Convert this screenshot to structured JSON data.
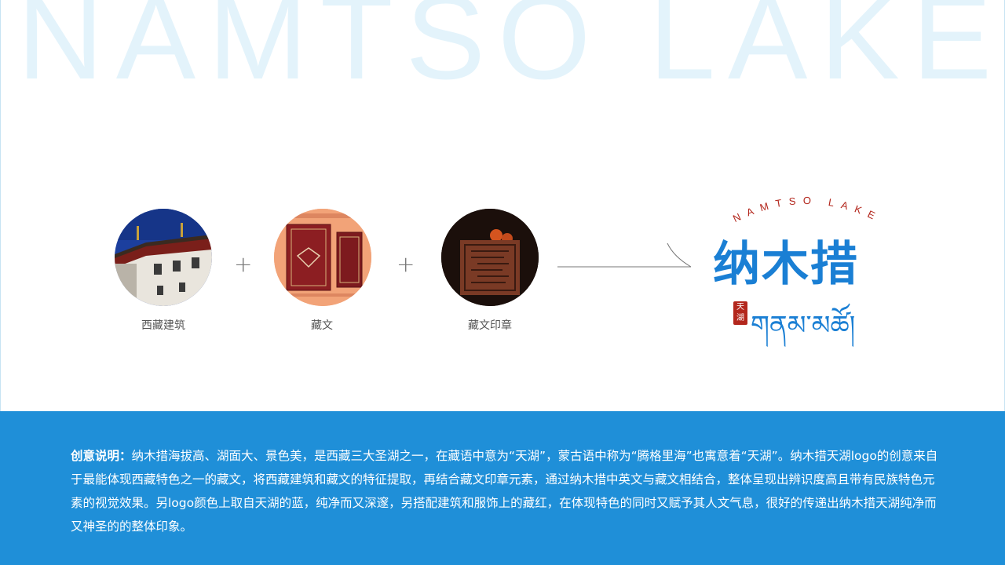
{
  "background_title": "NAMTSO LAKE",
  "elements": [
    {
      "label": "西藏建筑"
    },
    {
      "label": "藏文"
    },
    {
      "label": "藏文印章"
    }
  ],
  "plus_symbol": "+",
  "logo": {
    "english": "NAMTSO LAKE",
    "chinese": "纳木措",
    "stamp_text": "天湖",
    "tibetan": "གནམ་མཚོ།"
  },
  "description": {
    "label": "创意说明：",
    "text": "纳木措海拔高、湖面大、景色美，是西藏三大圣湖之一，在藏语中意为“天湖”，蒙古语中称为“腾格里海”也寓意着“天湖”。纳木措天湖logo的创意来自于最能体现西藏特色之一的藏文，将西藏建筑和藏文的特征提取，再结合藏文印章元素，通过纳木措中英文与藏文相结合，整体呈现出辨识度高且带有民族特色元素的视觉效果。另logo颜色上取自天湖的蓝，纯净而又深邃，另搭配建筑和服饰上的藏红，在体现特色的同时又赋予其人文气息，很好的传递出纳木措天湖纯净而又神圣的的整体印象。"
  },
  "colors": {
    "accent_blue": "#1a7fd4",
    "band_blue": "#1f8fd8",
    "tibetan_red": "#b3271d",
    "watermark": "#e3f3fb"
  }
}
